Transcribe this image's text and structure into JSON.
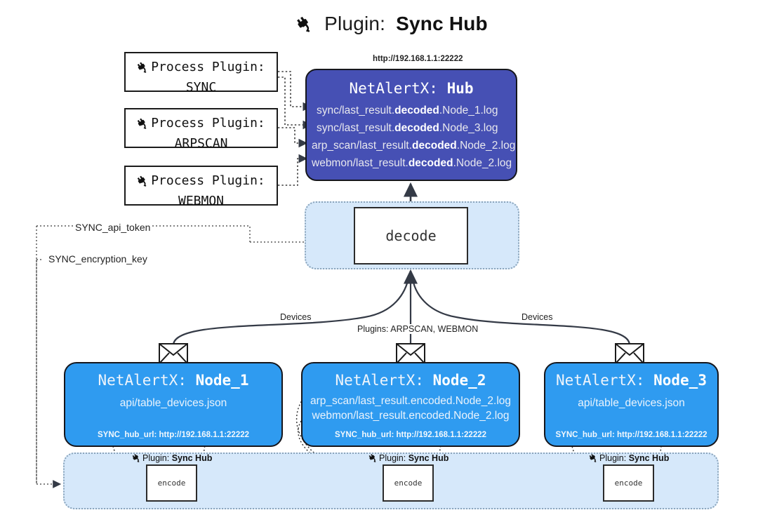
{
  "title": {
    "icon": "plug-icon",
    "prefix": "Plugin:",
    "name": "Sync Hub"
  },
  "process_plugins": [
    {
      "icon": "plug-icon",
      "line1": "Process Plugin:",
      "line2": "SYNC"
    },
    {
      "icon": "plug-icon",
      "line1": "Process Plugin:",
      "line2": "ARPSCAN"
    },
    {
      "icon": "plug-icon",
      "line1": "Process Plugin:",
      "line2": "WEBMON"
    }
  ],
  "hub": {
    "url_label": "http://192.168.1.1:22222",
    "title_prefix": "NetAlertX: ",
    "title_name": "Hub",
    "logs": [
      {
        "pre": "sync/last_result.",
        "em": "decoded",
        "post": ".Node_1.log"
      },
      {
        "pre": "sync/last_result.",
        "em": "decoded",
        "post": ".Node_3.log"
      },
      {
        "pre": "arp_scan/last_result.",
        "em": "decoded",
        "post": ".Node_2.log"
      },
      {
        "pre": "webmon/last_result.",
        "em": "decoded",
        "post": ".Node_2.log"
      }
    ]
  },
  "decode": {
    "label": "decode"
  },
  "secrets": [
    {
      "label": "SYNC_api_token"
    },
    {
      "label": "SYNC_encryption_key"
    }
  ],
  "edge_labels": {
    "devices_left": "Devices",
    "devices_right": "Devices",
    "plugins_center": "Plugins: ARPSCAN, WEBMON"
  },
  "nodes": [
    {
      "title_prefix": "NetAlertX: ",
      "title_name": "Node_1",
      "lines": [
        "api/table_devices.json"
      ],
      "footer": "SYNC_hub_url: http://192.168.1.1:22222",
      "envelope_icon": "envelope-icon"
    },
    {
      "title_prefix": "NetAlertX: ",
      "title_name": "Node_2",
      "lines": [
        "arp_scan/last_result.encoded.Node_2.log",
        "webmon/last_result.encoded.Node_2.log"
      ],
      "footer": "SYNC_hub_url: http://192.168.1.1:22222",
      "envelope_icon": "envelope-icon"
    },
    {
      "title_prefix": "NetAlertX: ",
      "title_name": "Node_3",
      "lines": [
        "api/table_devices.json"
      ],
      "footer": "SYNC_hub_url: http://192.168.1.1:22222",
      "envelope_icon": "envelope-icon"
    }
  ],
  "encoders": [
    {
      "plugin_prefix": "Plugin: ",
      "plugin_name": "Sync Hub",
      "box_label": "encode",
      "icon": "plug-icon"
    },
    {
      "plugin_prefix": "Plugin: ",
      "plugin_name": "Sync Hub",
      "box_label": "encode",
      "icon": "plug-icon"
    },
    {
      "plugin_prefix": "Plugin: ",
      "plugin_name": "Sync Hub",
      "box_label": "encode",
      "icon": "plug-icon"
    }
  ],
  "colors": {
    "hub_fill": "#4650b4",
    "node_fill": "#2f9bf0",
    "container_fill": "#d6e8fa",
    "container_border": "#8aa4bb",
    "stroke": "#15161c",
    "page_bg": "#ffffff"
  }
}
